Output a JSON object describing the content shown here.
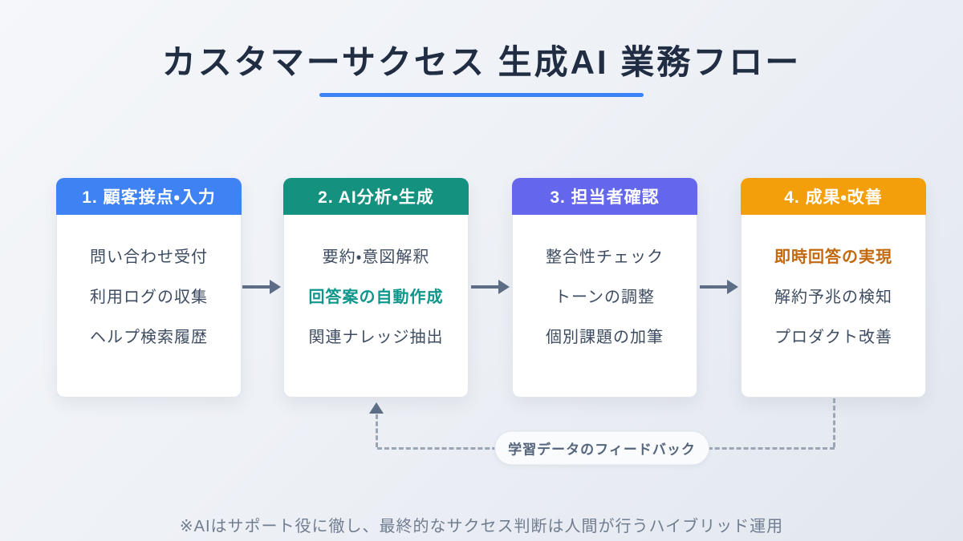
{
  "colors": {
    "title_text": "#212d42",
    "title_underline": "#3b82f6",
    "card_blue": "#3e82f4",
    "card_teal": "#159180",
    "card_purple": "#6467ec",
    "card_orange": "#f39e0b",
    "item_text": "#3e4c62",
    "arrow": "#5d6d85",
    "dash": "#9aa5b5",
    "pill_text": "#55657c",
    "footnote_text": "#707d90"
  },
  "title": {
    "text": "カスタマーサクセス 生成AI 業務フロー"
  },
  "cards": [
    {
      "header": "1. 顧客接点・入力",
      "header_color": "#3e82f4",
      "items": [
        {
          "text": "問い合わせ受付"
        },
        {
          "text": "利用ログの収集"
        },
        {
          "text": "ヘルプ検索履歴"
        }
      ]
    },
    {
      "header": "2. AI分析・生成",
      "header_color": "#159180",
      "items": [
        {
          "text": "要約・意図解釈"
        },
        {
          "text": "回答案の自動作成",
          "emphasis_color": "#0f968c"
        },
        {
          "text": "関連ナレッジ抽出"
        }
      ]
    },
    {
      "header": "3. 担当者確認",
      "header_color": "#6467ec",
      "items": [
        {
          "text": "整合性チェック"
        },
        {
          "text": "トーンの調整"
        },
        {
          "text": "個別課題の加筆"
        }
      ]
    },
    {
      "header": "4. 成果・改善",
      "header_color": "#f39e0b",
      "items": [
        {
          "text": "即時回答の実現",
          "emphasis_color": "#c2690f"
        },
        {
          "text": "解約予兆の検知"
        },
        {
          "text": "プロダクト改善"
        }
      ]
    }
  ],
  "feedback_loop": {
    "label": "学習データのフィードバック"
  },
  "footnote": "※AIはサポート役に徹し、最終的なサクセス判断は人間が行うハイブリッド運用"
}
